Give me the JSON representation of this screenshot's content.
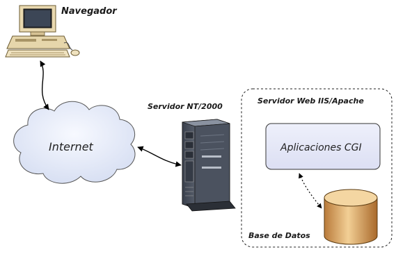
{
  "labels": {
    "browser": "Navegador",
    "internet": "Internet",
    "server_nt": "Servidor NT/2000",
    "web_server": "Servidor Web IIS/Apache",
    "cgi_apps": "Aplicaciones CGI",
    "database": "Base de Datos"
  },
  "icons": {
    "browser": "desktop-computer",
    "internet": "cloud",
    "server": "tower-server",
    "database": "cylinder"
  },
  "colors": {
    "cloud_fill": "#e2e8f6",
    "cgi_box_fill": "#e4e6f6",
    "database_fill": "#e6b877",
    "server_body": "#5b6270"
  }
}
